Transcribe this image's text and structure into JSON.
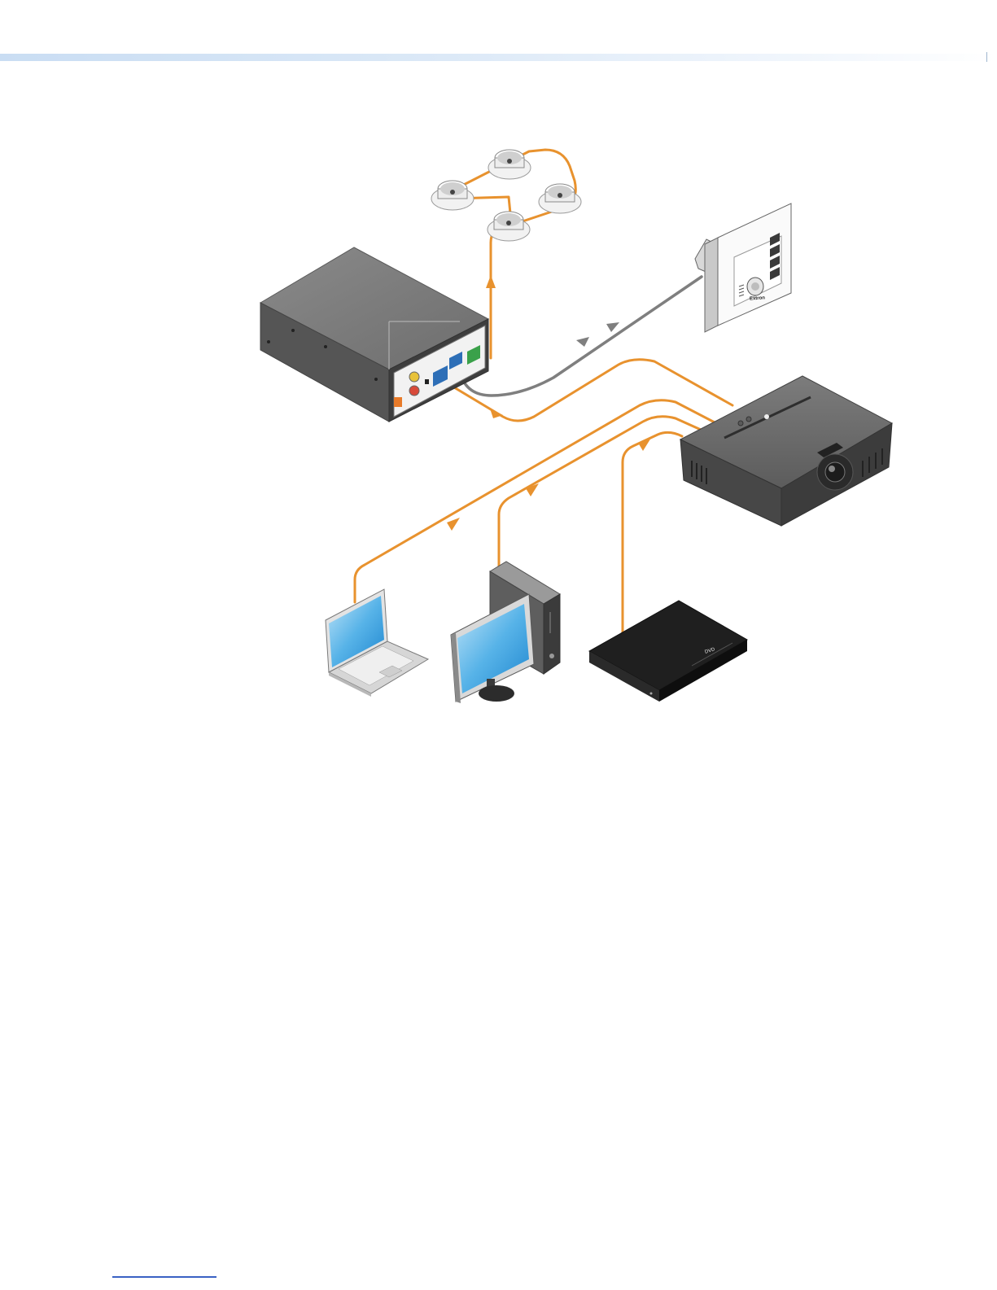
{
  "header": {
    "accent_color": "#c9ddf3"
  },
  "diagram": {
    "devices": [
      {
        "icon": "ceiling-speaker-icon",
        "count": 4
      },
      {
        "icon": "amplifier-controller-icon"
      },
      {
        "icon": "wall-control-panel-icon",
        "brand_label": "Extron"
      },
      {
        "icon": "projector-icon"
      },
      {
        "icon": "laptop-icon"
      },
      {
        "icon": "desktop-pc-icon"
      },
      {
        "icon": "dvd-player-icon",
        "display_text": "DVD"
      }
    ],
    "cable_colors": {
      "audio_video": "#e8922e",
      "control": "#7f7f7f"
    }
  },
  "footer": {
    "link_color": "#3a62c4"
  }
}
